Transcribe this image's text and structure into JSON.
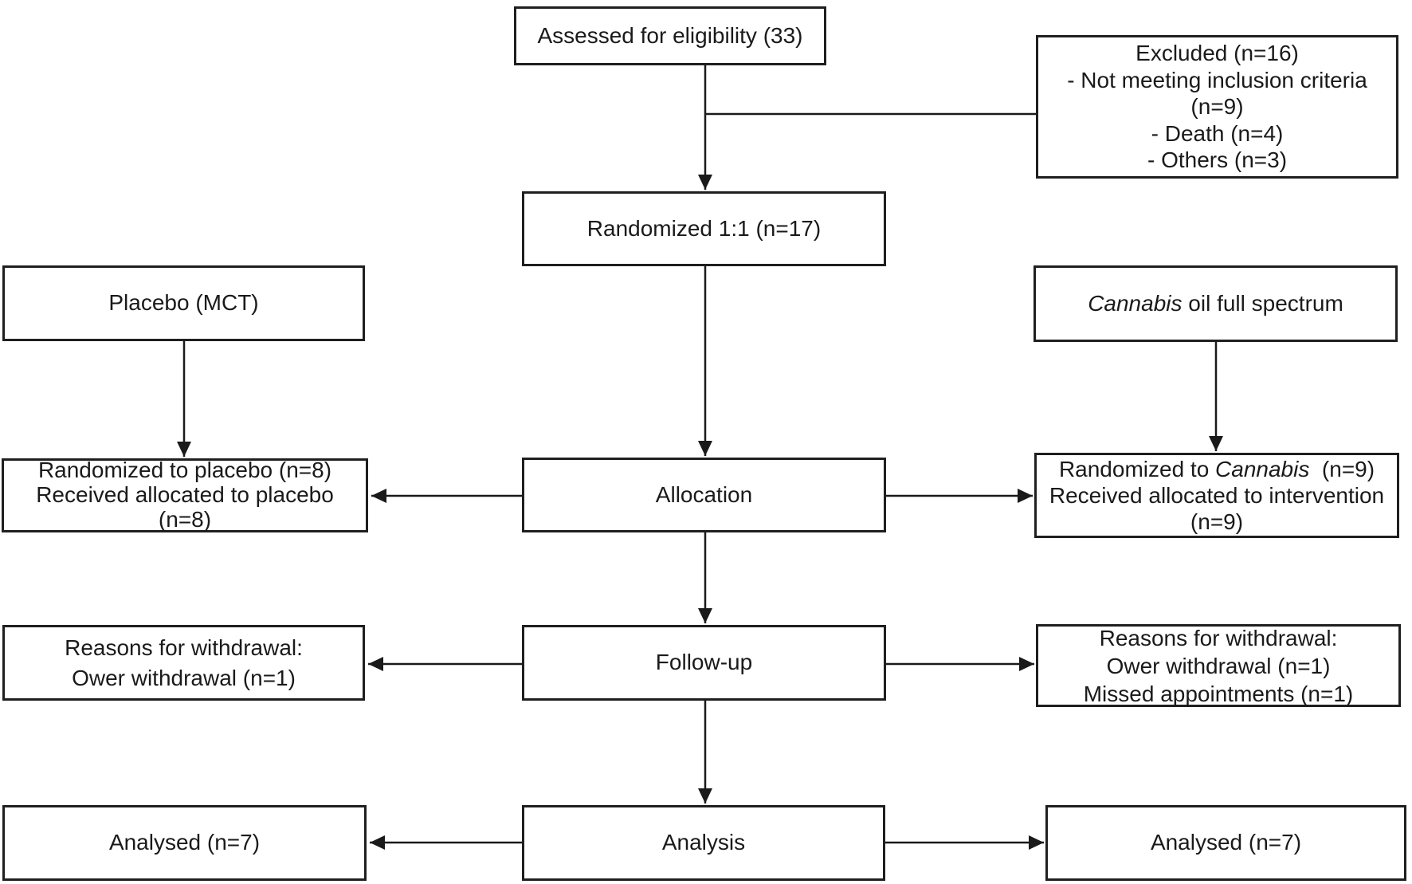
{
  "diagram": {
    "title": "CONSORT participant flow diagram",
    "colors": {
      "box_border": "#1f1f1f",
      "box_background": "#ffffff",
      "text": "#1a1a1a",
      "arrow": "#1a1a1a",
      "page_background": "#ffffff"
    },
    "boxes": {
      "assessed": {
        "label": "Assessed for eligibility (33)"
      },
      "excluded": {
        "line1": "Excluded (n=16)",
        "line2": "- Not meeting inclusion criteria",
        "line3": "(n=9)",
        "line4": "- Death (n=4)",
        "line5": "- Others (n=3)"
      },
      "randomized": {
        "label": "Randomized 1:1 (n=17)"
      },
      "placebo": {
        "label": "Placebo (MCT)"
      },
      "cannabis": {
        "italic": "Cannabis",
        "rest": " oil full spectrum"
      },
      "alloc_left": {
        "line1": "Randomized to placebo (n=8)",
        "line2": "Received allocated to placebo",
        "line3": "(n=8)"
      },
      "allocation": {
        "label": "Allocation"
      },
      "alloc_right": {
        "line1_prefix": "Randomized to ",
        "line1_italic": "Cannabis",
        "line1_suffix": "  (n=9)",
        "line2": "Received allocated to intervention",
        "line3": "(n=9)"
      },
      "withdraw_left": {
        "line1": "Reasons for withdrawal:",
        "line2": "Ower withdrawal (n=1)"
      },
      "followup": {
        "label": "Follow-up"
      },
      "withdraw_right": {
        "line1": "Reasons for withdrawal:",
        "line2": "Ower withdrawal (n=1)",
        "line3": "Missed appointments (n=1)"
      },
      "analysed_left": {
        "label": "Analysed (n=7)"
      },
      "analysis": {
        "label": "Analysis"
      },
      "analysed_right": {
        "label": "Analysed (n=7)"
      }
    }
  }
}
